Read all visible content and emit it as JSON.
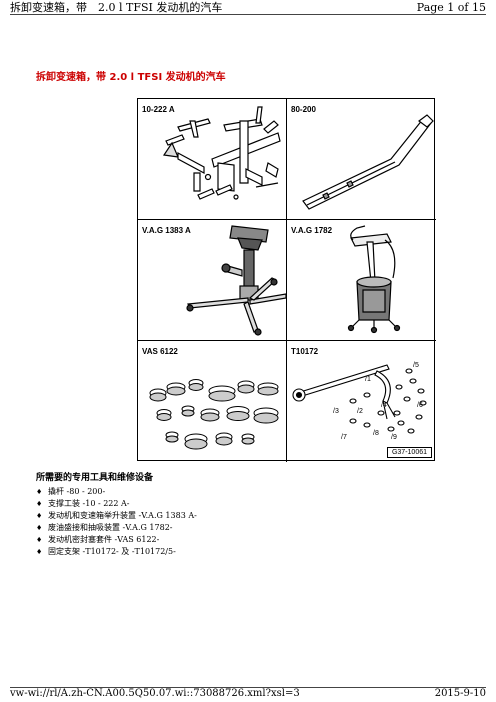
{
  "header": {
    "left": "拆卸变速箱，带　2.0 l TFSI 发动机的汽车",
    "right": "Page 1 of 15"
  },
  "title": "拆卸变速箱，带 2.0 l TFSI 发动机的汽车",
  "tools": [
    {
      "label": "10-222 A"
    },
    {
      "label": "80-200"
    },
    {
      "label": "V.A.G 1383 A"
    },
    {
      "label": "V.A.G 1782"
    },
    {
      "label": "VAS 6122"
    },
    {
      "label": "T10172",
      "callouts": [
        "/5",
        "/1",
        "/6",
        "/2",
        "/3",
        "/4",
        "/7",
        "/8",
        "/9"
      ],
      "code": "G37-10061"
    }
  ],
  "required": {
    "title": "所需要的专用工具和维修设备",
    "bullet": "♦",
    "items": [
      "撬杆 -80 - 200-",
      "支撑工装 -10 - 222 A-",
      "发动机和变速箱举升装置 -V.A.G 1383 A-",
      "废油盛接和抽吸装置 -V.A.G 1782-",
      "发动机密封塞套件 -VAS 6122-",
      "固定支架 -T10172- 及 -T10172/5-"
    ]
  },
  "footer": {
    "left": "vw-wi://rl/A.zh-CN.A00.5Q50.07.wi::73088726.xml?xsl=3",
    "right": "2015-9-10"
  }
}
